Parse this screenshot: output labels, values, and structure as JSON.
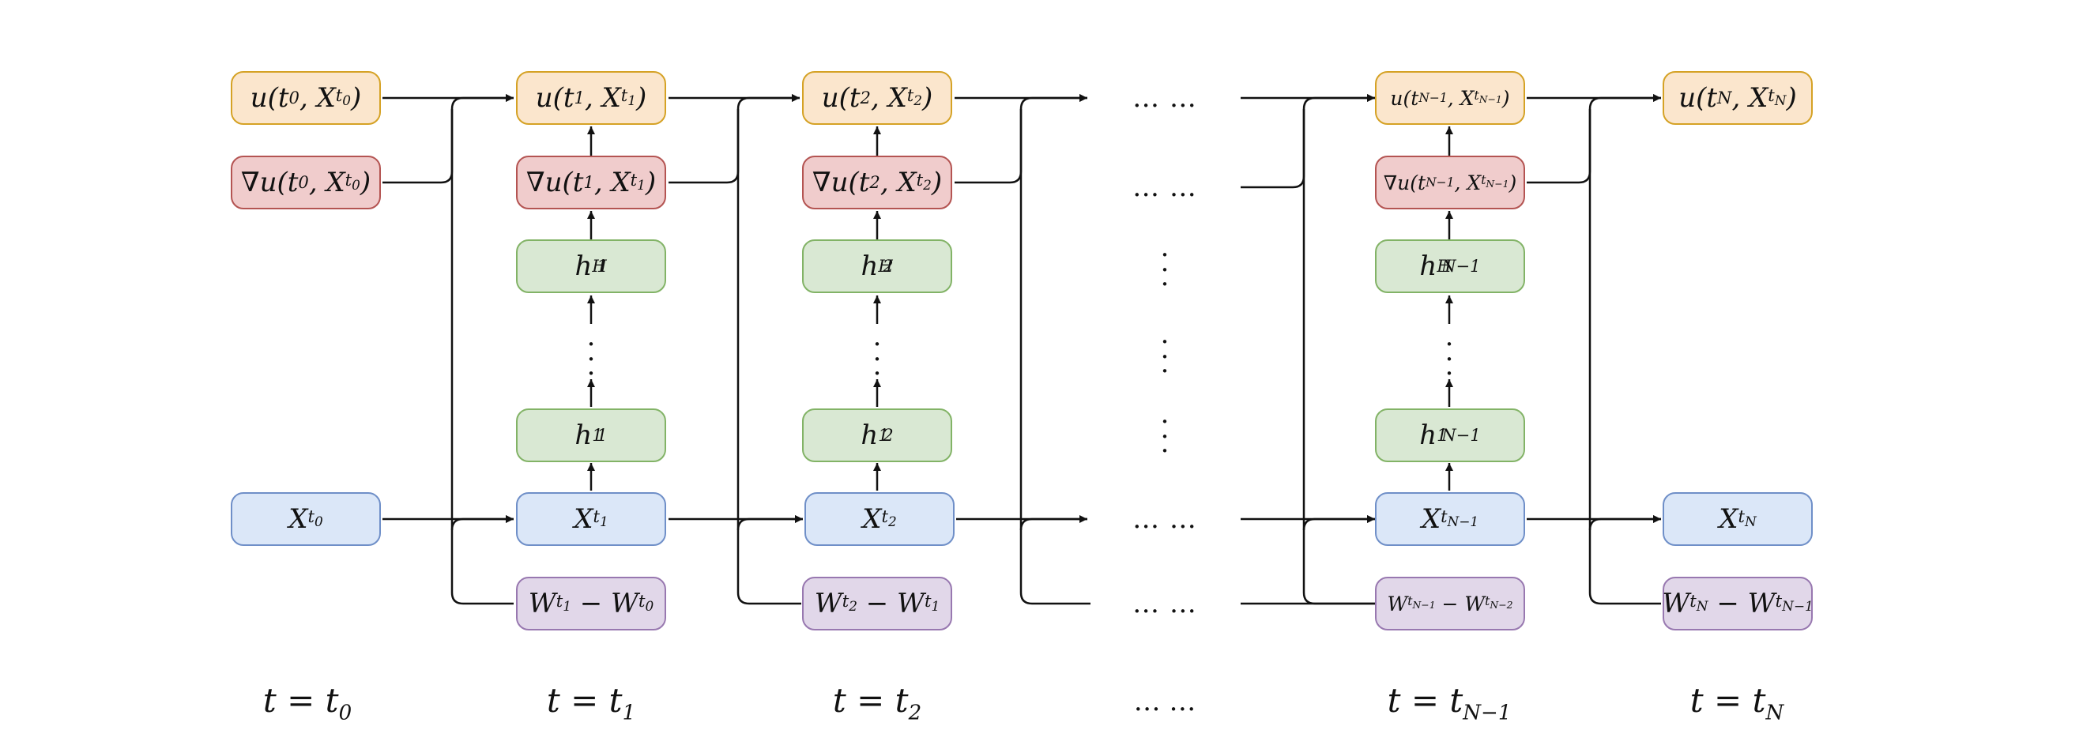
{
  "columns": [
    {
      "u": "u(t0, Xt0)",
      "grad": "∇u(t0, Xt0)",
      "x": "Xt0",
      "t": "t = t0"
    },
    {
      "u": "u(t1, Xt1)",
      "grad": "∇u(t1, Xt1)",
      "hH": "h1H",
      "h1": "h11",
      "x": "Xt1",
      "w": "Wt1 − Wt0",
      "t": "t = t1"
    },
    {
      "u": "u(t2, Xt2)",
      "grad": "∇u(t2, Xt2)",
      "hH": "h2H",
      "h1": "h21",
      "x": "Xt2",
      "w": "Wt2 − Wt1",
      "t": "t = t2"
    },
    {
      "dots": "… …",
      "t": "… …"
    },
    {
      "u": "u(tN−1, XtN−1)",
      "grad": "∇u(tN−1, XtN−1)",
      "hH": "hN−1H",
      "h1": "hN−11",
      "x": "XtN−1",
      "w": "WtN−1 − WtN−2",
      "t": "t = tN−1"
    },
    {
      "u": "u(tN, XtN)",
      "x": "XtN",
      "w": "WtN − WtN−1",
      "t": "t = tN"
    }
  ],
  "colors": {
    "u_fill": "#fbe6cd",
    "u_stroke": "#d5a225",
    "grad_fill": "#f0cccc",
    "grad_stroke": "#b45452",
    "h_fill": "#d9e8d3",
    "h_stroke": "#82b366",
    "x_fill": "#dbe7f8",
    "x_stroke": "#6f8fc8",
    "w_fill": "#e1d7e9",
    "w_stroke": "#9878b0"
  }
}
